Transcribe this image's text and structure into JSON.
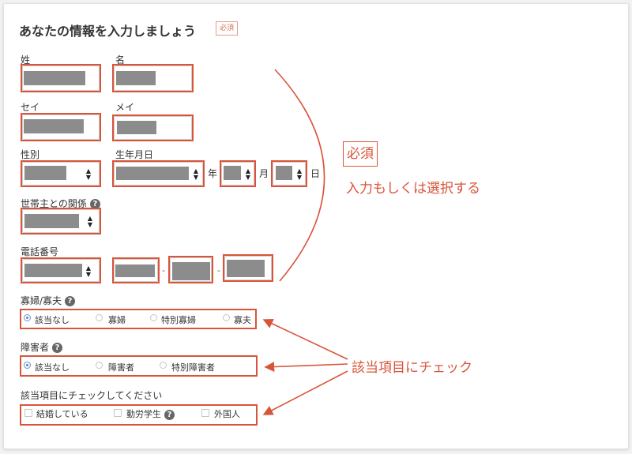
{
  "form": {
    "title": "あなたの情報を入力しましょう",
    "required_badge": "必須",
    "labels": {
      "sei": "姓",
      "mei": "名",
      "sei_kana": "セイ",
      "mei_kana": "メイ",
      "gender": "性別",
      "birthdate": "生年月日",
      "relation": "世帯主との関係",
      "phone": "電話番号",
      "widow": "寡婦/寡夫",
      "disability": "障害者",
      "applicable": "該当項目にチェックしてください"
    },
    "units": {
      "year": "年",
      "month": "月",
      "day": "日"
    },
    "phone_separator": "-",
    "help_icon": "?",
    "select_arrows": "▲▼",
    "widow_options": [
      "該当なし",
      "寡婦",
      "特別寡婦",
      "寡夫"
    ],
    "disability_options": [
      "該当なし",
      "障害者",
      "特別障害者"
    ],
    "applicable_options": [
      "結婚している",
      "勤労学生",
      "外国人"
    ]
  },
  "annotations": {
    "required": "必須",
    "instruction": "入力もしくは選択する",
    "check": "該当項目にチェック"
  },
  "colors": {
    "annotation": "#d9553a",
    "radio_selected": "#5b7fc0"
  }
}
